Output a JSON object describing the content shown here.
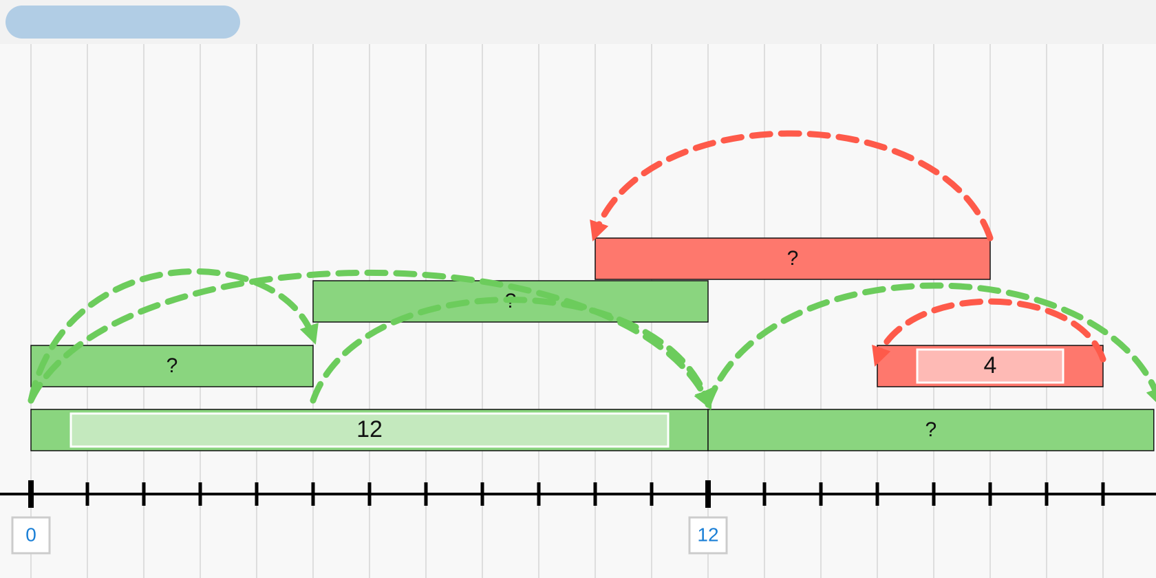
{
  "toolbar": {
    "pill_label": ""
  },
  "number_line": {
    "tick_labels": [
      {
        "value": 0,
        "label": "0"
      },
      {
        "value": 12,
        "label": "12"
      }
    ]
  },
  "bars": [
    {
      "id": "base-left",
      "start": 0,
      "end": 12,
      "row": 0,
      "color": "green",
      "label": "12",
      "highlighted": true
    },
    {
      "id": "base-right",
      "start": 12,
      "end": 19.9,
      "row": 0,
      "color": "green",
      "label": "?",
      "highlighted": false
    },
    {
      "id": "green-low",
      "start": 0,
      "end": 5,
      "row": 1,
      "color": "green",
      "label": "?",
      "highlighted": false
    },
    {
      "id": "green-mid",
      "start": 5,
      "end": 12,
      "row": 2,
      "color": "green",
      "label": "?",
      "highlighted": false
    },
    {
      "id": "red-top",
      "start": 10,
      "end": 17,
      "row": 3,
      "color": "red",
      "label": "?",
      "highlighted": false
    },
    {
      "id": "red-small",
      "start": 15,
      "end": 19,
      "row": 1,
      "color": "red",
      "label": "4",
      "highlighted": true
    }
  ],
  "jumps": [
    {
      "from": 0,
      "to": 5,
      "color": "green"
    },
    {
      "from": 0,
      "to": 12,
      "color": "green"
    },
    {
      "from": 5,
      "to": 12,
      "color": "green"
    },
    {
      "from": 12,
      "to": 20,
      "color": "green"
    },
    {
      "from": 17,
      "to": 10,
      "color": "red"
    },
    {
      "from": 19,
      "to": 15,
      "color": "red"
    }
  ],
  "colors": {
    "green_fill": "#8ad57f",
    "green_inner": "#c4e9be",
    "green_arrow": "#6ccc5c",
    "red_fill": "#fe786d",
    "red_inner": "#febab5",
    "red_arrow": "#fe5a4a",
    "grid": "#cccccc",
    "axis": "#000000",
    "tick_label": "#1a7fd6"
  }
}
